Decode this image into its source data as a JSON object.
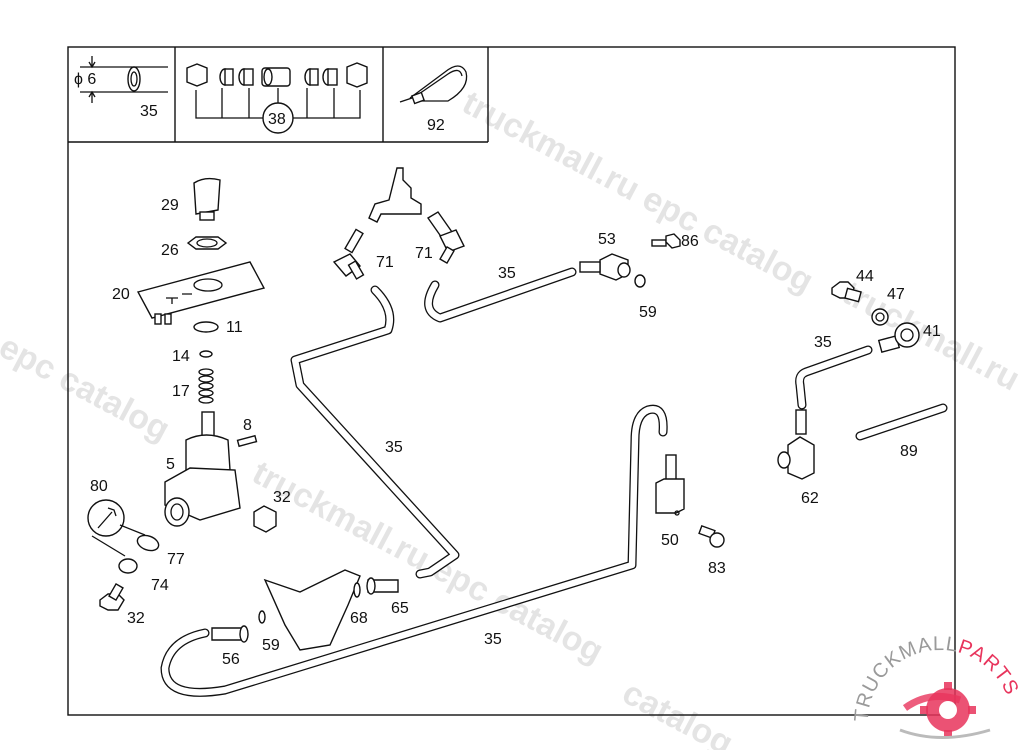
{
  "diagram": {
    "title": "Parts catalog exploded view",
    "inset": {
      "hose_diameter_symbol": "ϕ 6",
      "hose_part": "35",
      "fitting_kit": "38",
      "cable_tie": "92"
    },
    "callouts": {
      "c29": "29",
      "c26": "26",
      "c20": "20",
      "c11": "11",
      "c14": "14",
      "c17": "17",
      "c8": "8",
      "c5": "5",
      "c80": "80",
      "c32a": "32",
      "c77": "77",
      "c74": "74",
      "c32b": "32",
      "c71a": "71",
      "c71b": "71",
      "c35a": "35",
      "c53": "53",
      "c86": "86",
      "c59a": "59",
      "c44": "44",
      "c47": "47",
      "c41": "41",
      "c35b": "35",
      "c35c": "35",
      "c62": "62",
      "c89": "89",
      "c50": "50",
      "c83": "83",
      "c68": "68",
      "c65": "65",
      "c56": "56",
      "c59b": "59",
      "c35d": "35"
    },
    "watermark": {
      "line1": "truckmall.ru epc catalog",
      "line2": "l epc catalog",
      "line3": "truckmall.ru epc catalog",
      "line4": "truckmall.ru",
      "line5": "catalog"
    },
    "logo": {
      "text_dark": "TRUCKMALL",
      "text_accent": "PARTS",
      "accent_color": "#e8345c",
      "dark_color": "#9a9a9a"
    }
  }
}
